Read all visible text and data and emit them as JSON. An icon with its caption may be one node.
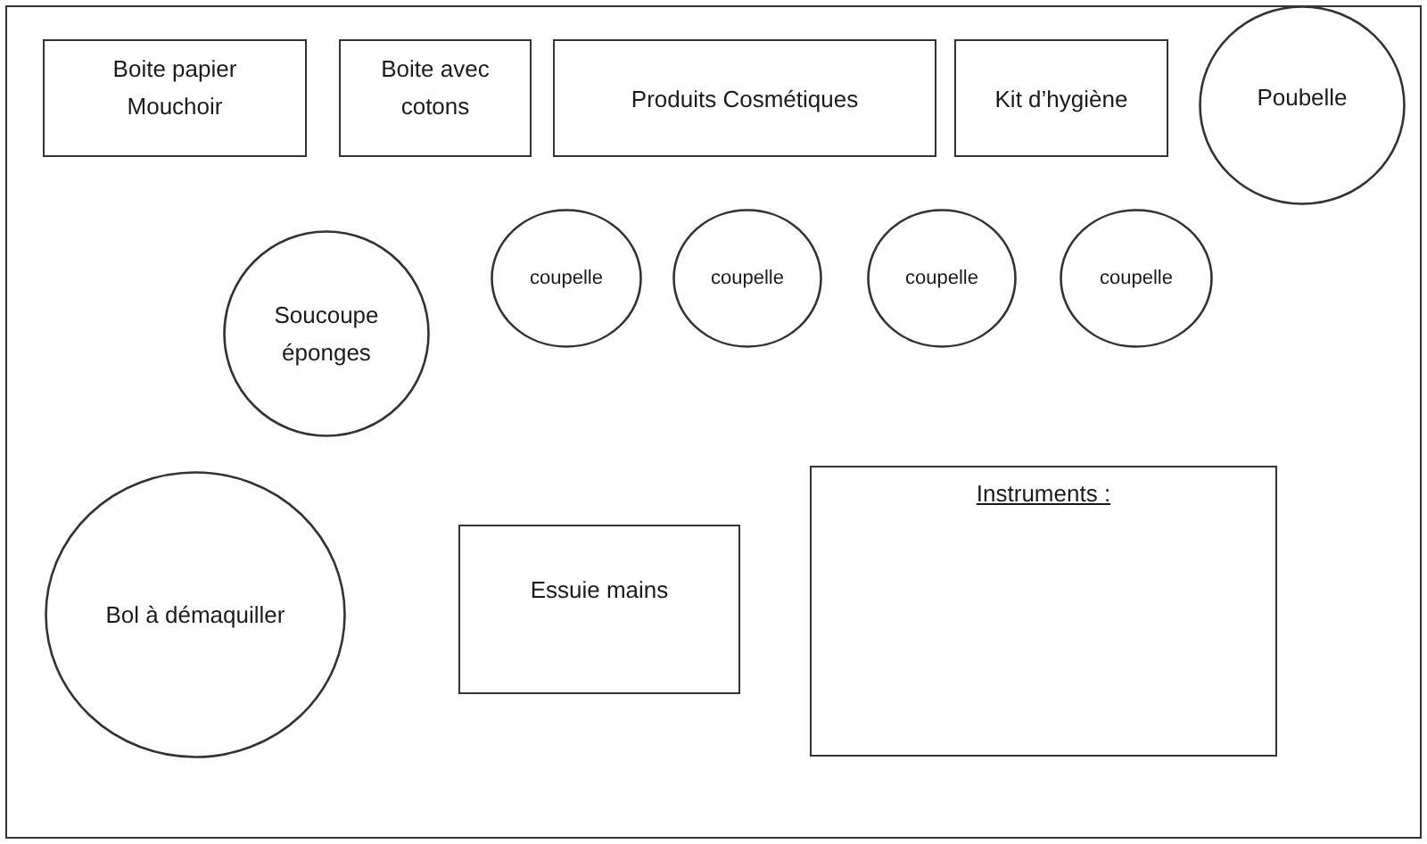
{
  "diagram": {
    "nodes": [
      {
        "text": [
          "Boite papier Mouchoir"
        ]
      },
      {
        "text": [
          "Boite avec cotons"
        ]
      },
      {
        "text": [
          "Produits Cosmétiques"
        ]
      },
      {
        "text": [
          "Kit d’hygiène"
        ]
      },
      {
        "text": [
          "Poubelle"
        ]
      },
      {
        "text": [
          "Soucoupe éponges"
        ]
      },
      {
        "text": [
          "coupelle"
        ]
      },
      {
        "text": [
          "coupelle"
        ]
      },
      {
        "text": [
          "coupelle"
        ]
      },
      {
        "text": [
          "coupelle"
        ]
      },
      {
        "text": [
          "Bol à démaquiller"
        ]
      },
      {
        "text": [
          "Essuie mains"
        ]
      },
      {
        "text": [
          "Instruments :"
        ]
      }
    ]
  }
}
